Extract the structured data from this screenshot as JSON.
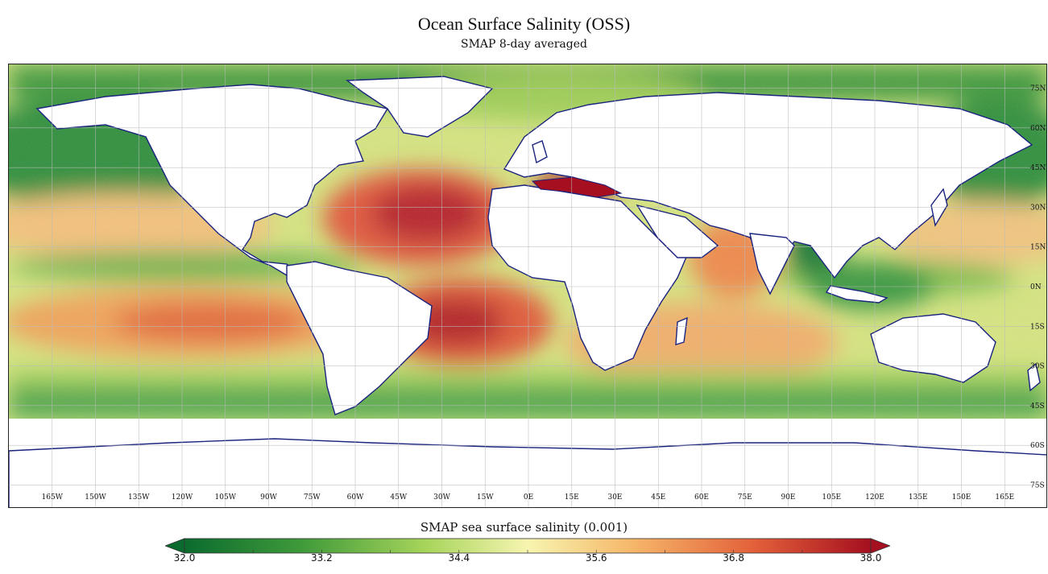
{
  "title": "Ocean Surface Salinity (OSS)",
  "subtitle": "SMAP 8-day averaged",
  "colorbar": {
    "label": "SMAP sea surface salinity (0.001)",
    "min": 32.0,
    "max": 38.0,
    "ticks": [
      "32.0",
      "33.2",
      "34.4",
      "35.6",
      "36.8",
      "38.0"
    ],
    "colors": [
      "#0b6b2e",
      "#3f9a3a",
      "#a6d45a",
      "#f7f5b0",
      "#f6b86a",
      "#e3603a",
      "#a50f1f"
    ],
    "extend": "both"
  },
  "map": {
    "projection": "equirectangular",
    "land_color": "#ffffff",
    "coastline_color": "#1a237e",
    "border_color": "#333333",
    "river_color": "#7c7ce0",
    "grid": true,
    "lon_labels": [
      "165W",
      "150W",
      "135W",
      "120W",
      "105W",
      "90W",
      "75W",
      "60W",
      "45W",
      "30W",
      "15W",
      "0E",
      "15E",
      "30E",
      "45E",
      "60E",
      "75E",
      "90E",
      "105E",
      "120E",
      "135E",
      "150E",
      "165E"
    ],
    "lat_labels": [
      "75N",
      "60N",
      "45N",
      "30N",
      "15N",
      "0N",
      "15S",
      "30S",
      "45S",
      "60S",
      "75S"
    ]
  }
}
